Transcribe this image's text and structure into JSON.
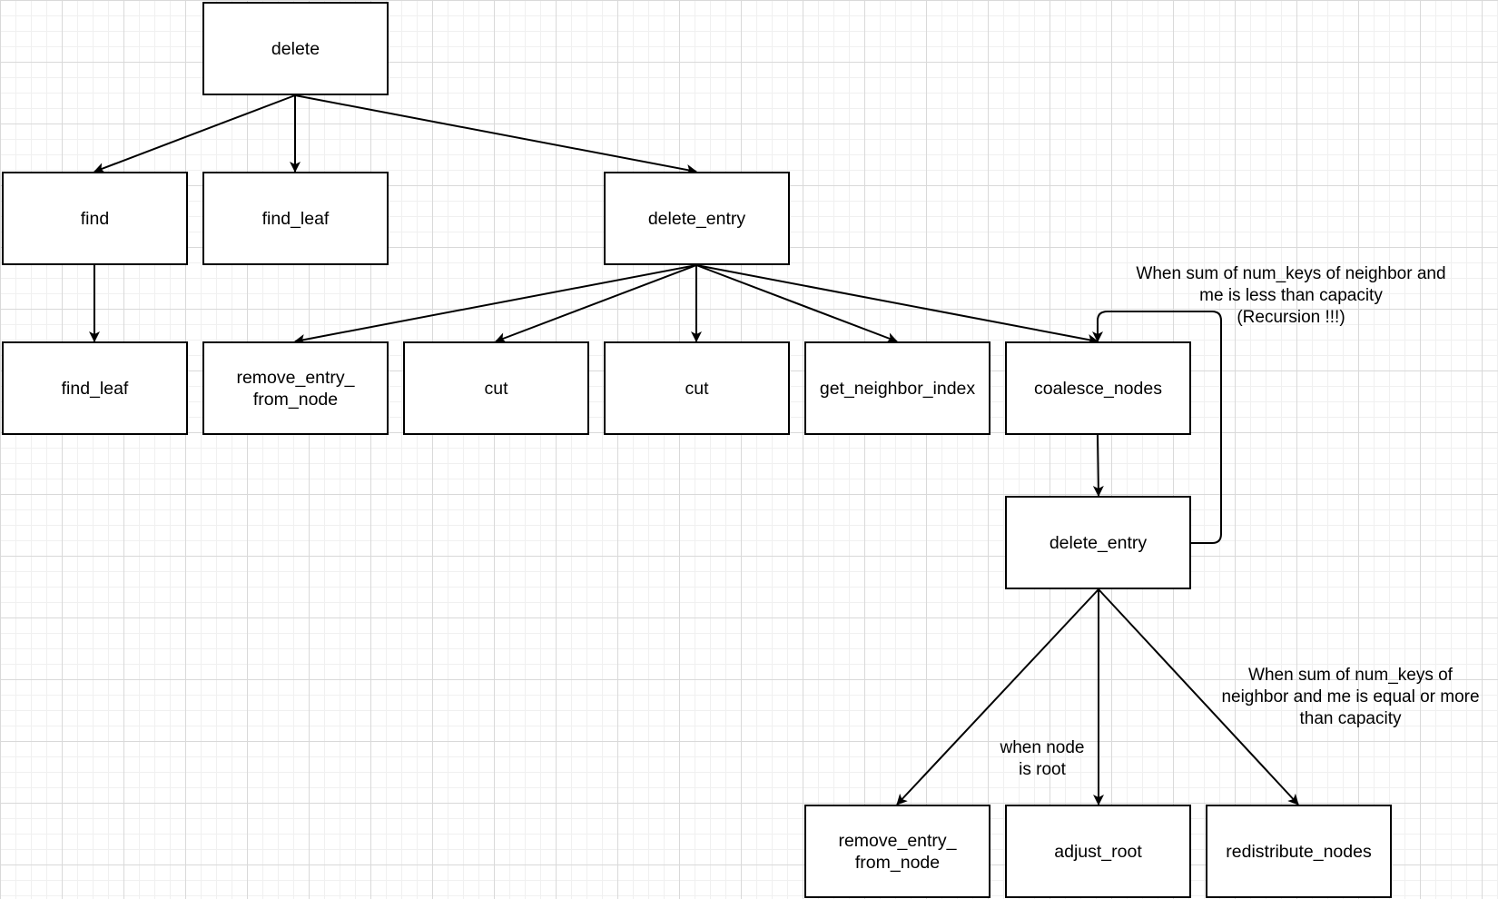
{
  "nodes": {
    "delete": "delete",
    "find": "find",
    "find_leaf_top": "find_leaf",
    "delete_entry_top": "delete_entry",
    "find_leaf_bottom": "find_leaf",
    "remove_entry_from_node_1": "remove_entry_\nfrom_node",
    "cut_1": "cut",
    "cut_2": "cut",
    "get_neighbor_index": "get_neighbor_index",
    "coalesce_nodes": "coalesce_nodes",
    "delete_entry_recursive": "delete_entry",
    "remove_entry_from_node_2": "remove_entry_\nfrom_node",
    "adjust_root": "adjust_root",
    "redistribute_nodes": "redistribute_nodes"
  },
  "annotations": {
    "recursion_note": "When sum of num_keys of neighbor and\nme is less than capacity\n(Recursion !!!)",
    "redistribute_note": "When sum of num_keys of\nneighbor and me is equal or more\nthan capacity",
    "root_note": "when node\nis root"
  }
}
